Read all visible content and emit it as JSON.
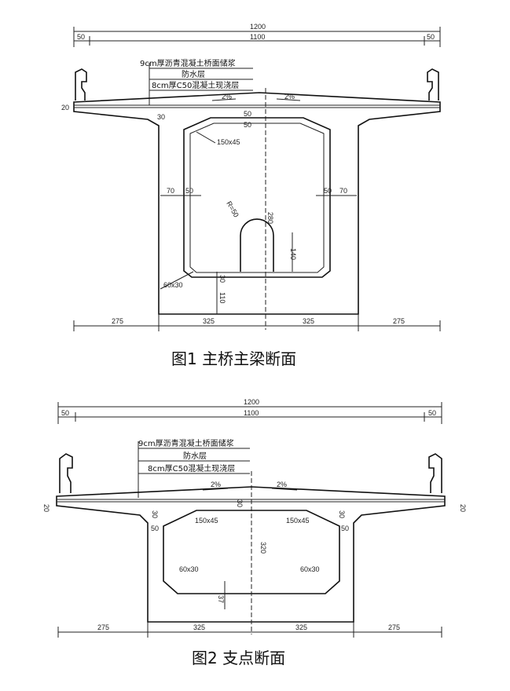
{
  "figure1": {
    "caption": "图1   主桥主梁断面",
    "notes": [
      "9cm厚沥青混凝土桥面储浆",
      "防水层",
      "8cm厚C50混凝土现浇层"
    ],
    "dims": {
      "total": "1200",
      "inner": "1100",
      "edge": "50",
      "slope": "2%",
      "deck_h": "20",
      "cant_t": "30",
      "top_slab": "50",
      "top_slab2": "50",
      "haunch": "150x45",
      "web_out": "70",
      "web_in": "50",
      "radius": "R=50",
      "height": "280",
      "manhole": "140",
      "bottom": "30",
      "bot_haunch": "60x30",
      "bot_h": "110",
      "bottom_dims": [
        "275",
        "325",
        "325",
        "275"
      ]
    }
  },
  "figure2": {
    "caption": "图2   支点断面",
    "notes": [
      "9cm厚沥青混凝土桥面储浆",
      "防水层",
      "8cm厚C50混凝土现浇层"
    ],
    "dims": {
      "total": "1200",
      "inner": "1100",
      "edge": "50",
      "slope": "2%",
      "deck_h": "20",
      "cant_t": "30",
      "haunch": "150x45",
      "web_in": "50",
      "height": "320",
      "bot_haunch": "60x30",
      "bottom": "37",
      "bottom_dims": [
        "275",
        "325",
        "325",
        "275"
      ]
    }
  }
}
